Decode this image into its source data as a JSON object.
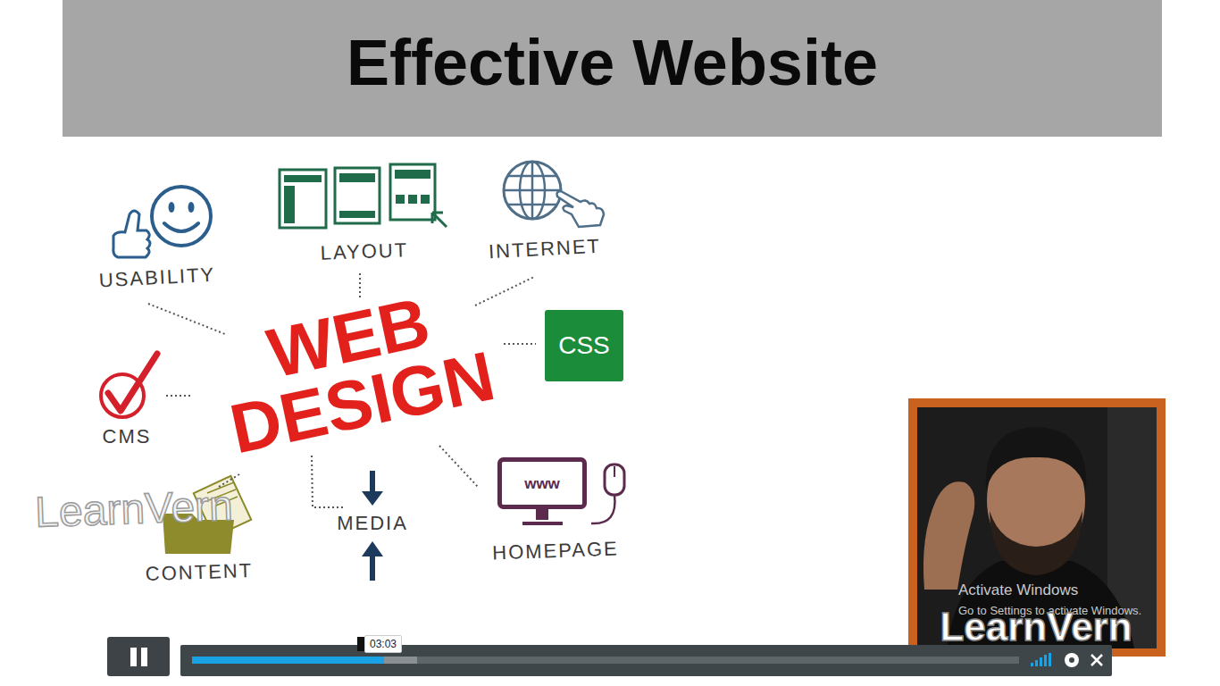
{
  "diagram": {
    "title": "Effective Website",
    "nodes": [
      {
        "text": [
          "CSS"
        ]
      },
      {
        "text": [
          "www"
        ]
      },
      {
        "text": [
          "03:03"
        ]
      }
    ],
    "labels": [
      "USABILITY",
      "LAYOUT",
      "INTERNET",
      "WEB DESIGN",
      "CMS",
      "CONTENT",
      "MEDIA",
      "HOMEPAGE",
      "LearnVern",
      "Activate Windows",
      "Go to Settings to activate Windows.",
      "LearnVern"
    ]
  }
}
